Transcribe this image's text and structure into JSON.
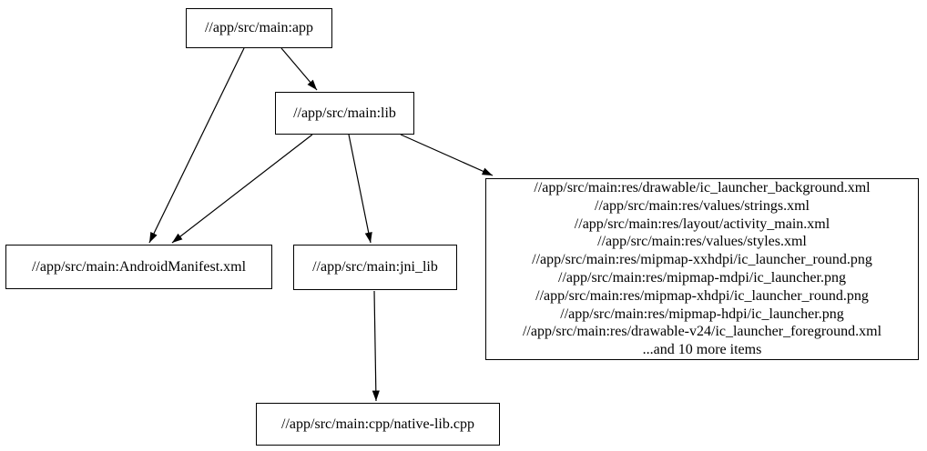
{
  "diagram": {
    "type": "dependency-graph",
    "description": "Bazel build target dependency graph for //app/src/main",
    "colors": {
      "background": "#ffffff",
      "node_border": "#000000",
      "node_fill": "#ffffff",
      "edge": "#000000",
      "text": "#000000"
    },
    "nodes": {
      "app": {
        "label": "//app/src/main:app"
      },
      "lib": {
        "label": "//app/src/main:lib"
      },
      "manifest": {
        "label": "//app/src/main:AndroidManifest.xml"
      },
      "jni_lib": {
        "label": "//app/src/main:jni_lib"
      },
      "res_files": {
        "lines": [
          "//app/src/main:res/drawable/ic_launcher_background.xml",
          "//app/src/main:res/values/strings.xml",
          "//app/src/main:res/layout/activity_main.xml",
          "//app/src/main:res/values/styles.xml",
          "//app/src/main:res/mipmap-xxhdpi/ic_launcher_round.png",
          "//app/src/main:res/mipmap-mdpi/ic_launcher.png",
          "//app/src/main:res/mipmap-xhdpi/ic_launcher_round.png",
          "//app/src/main:res/mipmap-hdpi/ic_launcher.png",
          "//app/src/main:res/drawable-v24/ic_launcher_foreground.xml",
          "...and 10 more items"
        ]
      },
      "native_lib_cpp": {
        "label": "//app/src/main:cpp/native-lib.cpp"
      }
    },
    "edges": [
      {
        "from": "app",
        "to": "lib"
      },
      {
        "from": "app",
        "to": "manifest"
      },
      {
        "from": "lib",
        "to": "manifest"
      },
      {
        "from": "lib",
        "to": "jni_lib"
      },
      {
        "from": "lib",
        "to": "res_files"
      },
      {
        "from": "jni_lib",
        "to": "native_lib_cpp"
      }
    ]
  }
}
